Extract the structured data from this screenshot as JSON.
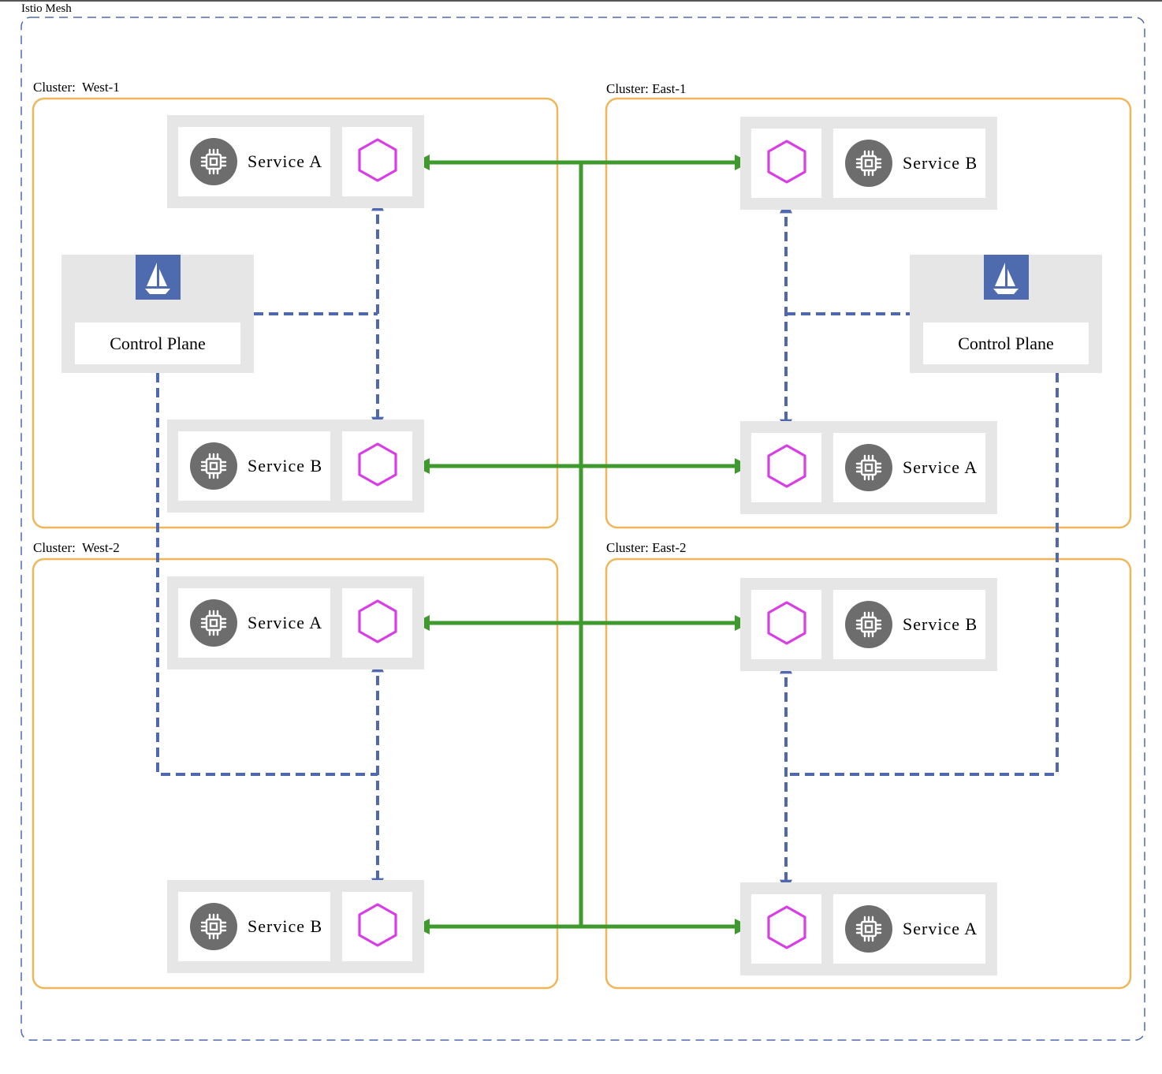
{
  "mesh": {
    "label": "Istio Mesh"
  },
  "clusters": {
    "west1": {
      "label": "Cluster:  West-1"
    },
    "east1": {
      "label": "Cluster: East-1"
    },
    "west2": {
      "label": "Cluster:  West-2"
    },
    "east2": {
      "label": "Cluster: East-2"
    }
  },
  "services": {
    "west1_a": "Service A",
    "west1_b": "Service B",
    "east1_b": "Service B",
    "east1_a": "Service A",
    "west2_a": "Service A",
    "west2_b": "Service B",
    "east2_b": "Service B",
    "east2_a": "Service A"
  },
  "control_planes": {
    "west": "Control Plane",
    "east": "Control Plane"
  },
  "icons": {
    "workload": "cpu-chip-icon",
    "proxy": "hexagon-proxy-icon",
    "control_plane_logo": "istio-sail-icon"
  },
  "colors": {
    "mesh_border": "#4f6bb0",
    "cluster_border": "#f0b65a",
    "cross_cluster_link": "#3f9a2e",
    "control_link": "#5068b0",
    "proxy": "#d93ee6",
    "chip": "#6d6d6d",
    "logo": "#4f6bb0"
  }
}
